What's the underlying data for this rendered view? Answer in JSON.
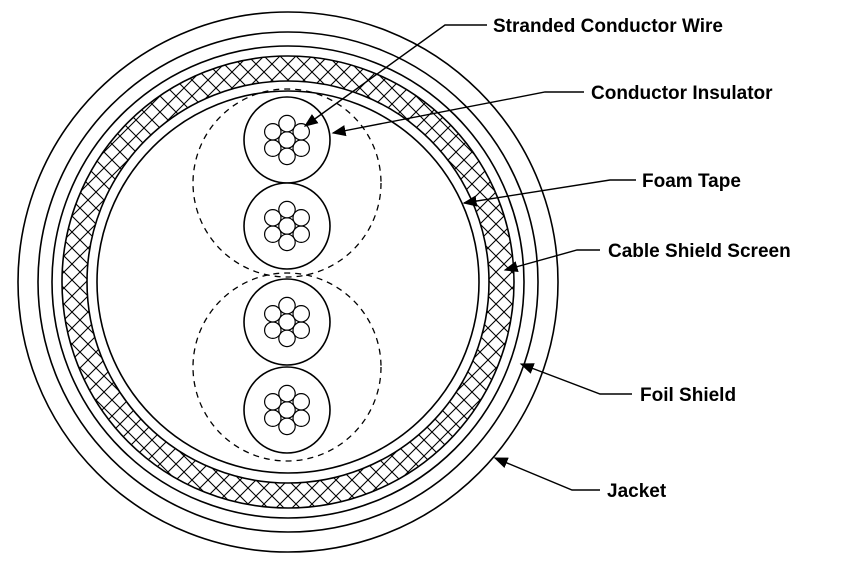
{
  "diagram": {
    "labels": {
      "stranded_conductor_wire": "Stranded Conductor Wire",
      "conductor_insulator": "Conductor Insulator",
      "foam_tape": "Foam Tape",
      "cable_shield_screen": "Cable Shield Screen",
      "foil_shield": "Foil Shield",
      "jacket": "Jacket"
    },
    "conductor_count": 4,
    "strands_per_conductor": 7,
    "pair_count": 2,
    "colors": {
      "line": "#000000",
      "background": "#ffffff"
    }
  }
}
